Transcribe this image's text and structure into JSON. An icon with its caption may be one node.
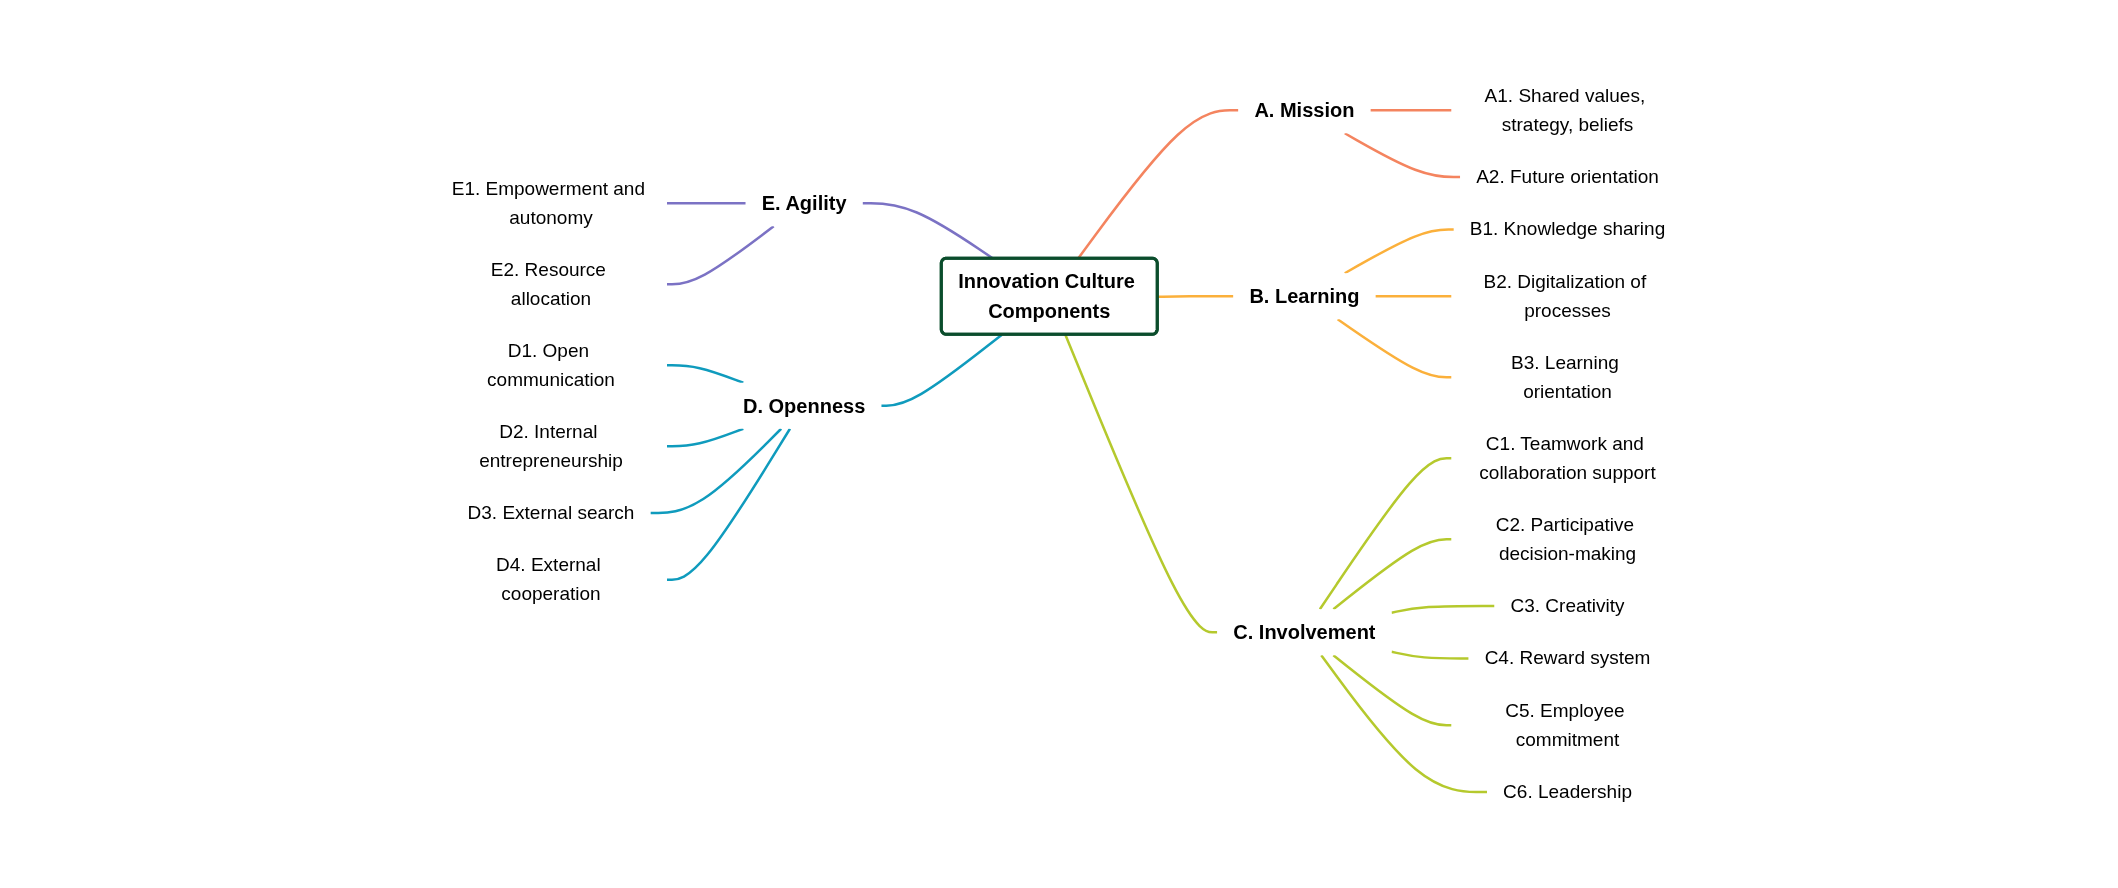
{
  "diagram": {
    "nodes": [
      {
        "text": [
          "Innovation Culture Components"
        ]
      },
      {
        "text": [
          "A. Mission"
        ]
      },
      {
        "text": [
          "A1. Shared values, strategy, beliefs"
        ]
      },
      {
        "text": [
          "A2. Future orientation"
        ]
      },
      {
        "text": [
          "B. Learning"
        ]
      },
      {
        "text": [
          "B1. Knowledge sharing"
        ]
      },
      {
        "text": [
          "B2. Digitalization of processes"
        ]
      },
      {
        "text": [
          "B3. Learning orientation"
        ]
      },
      {
        "text": [
          "C. Involvement"
        ]
      },
      {
        "text": [
          "C1. Teamwork and collaboration support"
        ]
      },
      {
        "text": [
          "C2. Participative decision-making"
        ]
      },
      {
        "text": [
          "C3. Creativity"
        ]
      },
      {
        "text": [
          "C4. Reward system"
        ]
      },
      {
        "text": [
          "C5. Employee commitment"
        ]
      },
      {
        "text": [
          "C6. Leadership"
        ]
      },
      {
        "text": [
          "E. Agility"
        ]
      },
      {
        "text": [
          "E1. Empowerment and autonomy"
        ]
      },
      {
        "text": [
          "E2. Resource allocation"
        ]
      },
      {
        "text": [
          "D. Openness"
        ]
      },
      {
        "text": [
          "D1. Open communication"
        ]
      },
      {
        "text": [
          "D2. Internal entrepreneurship"
        ]
      },
      {
        "text": [
          "D3. External search"
        ]
      },
      {
        "text": [
          "D4. External cooperation"
        ]
      }
    ],
    "edges": [
      {
        "from": 0,
        "to": 1,
        "arrow": "none",
        "color": "#f4845f"
      },
      {
        "from": 1,
        "to": 2,
        "arrow": "none",
        "color": "#f4845f"
      },
      {
        "from": 1,
        "to": 3,
        "arrow": "none",
        "color": "#f4845f"
      },
      {
        "from": 0,
        "to": 4,
        "arrow": "none",
        "color": "#fbb03b"
      },
      {
        "from": 4,
        "to": 5,
        "arrow": "none",
        "color": "#fbb03b"
      },
      {
        "from": 4,
        "to": 6,
        "arrow": "none",
        "color": "#fbb03b"
      },
      {
        "from": 4,
        "to": 7,
        "arrow": "none",
        "color": "#fbb03b"
      },
      {
        "from": 0,
        "to": 8,
        "arrow": "none",
        "color": "#b5c92d"
      },
      {
        "from": 8,
        "to": 9,
        "arrow": "none",
        "color": "#b5c92d"
      },
      {
        "from": 8,
        "to": 10,
        "arrow": "none",
        "color": "#b5c92d"
      },
      {
        "from": 8,
        "to": 11,
        "arrow": "none",
        "color": "#b5c92d"
      },
      {
        "from": 8,
        "to": 12,
        "arrow": "none",
        "color": "#b5c92d"
      },
      {
        "from": 8,
        "to": 13,
        "arrow": "none",
        "color": "#b5c92d"
      },
      {
        "from": 8,
        "to": 14,
        "arrow": "none",
        "color": "#b5c92d"
      },
      {
        "from": 15,
        "to": 0,
        "arrow": "none",
        "color": "#7b72c4"
      },
      {
        "from": 16,
        "to": 15,
        "arrow": "none",
        "color": "#7b72c4"
      },
      {
        "from": 17,
        "to": 15,
        "arrow": "none",
        "color": "#7b72c4"
      },
      {
        "from": 18,
        "to": 0,
        "arrow": "none",
        "color": "#0f9bbd"
      },
      {
        "from": 19,
        "to": 18,
        "arrow": "none",
        "color": "#0f9bbd"
      },
      {
        "from": 20,
        "to": 18,
        "arrow": "none",
        "color": "#0f9bbd"
      },
      {
        "from": 21,
        "to": 18,
        "arrow": "none",
        "color": "#0f9bbd"
      },
      {
        "from": 22,
        "to": 18,
        "arrow": "none",
        "color": "#0f9bbd"
      }
    ]
  }
}
